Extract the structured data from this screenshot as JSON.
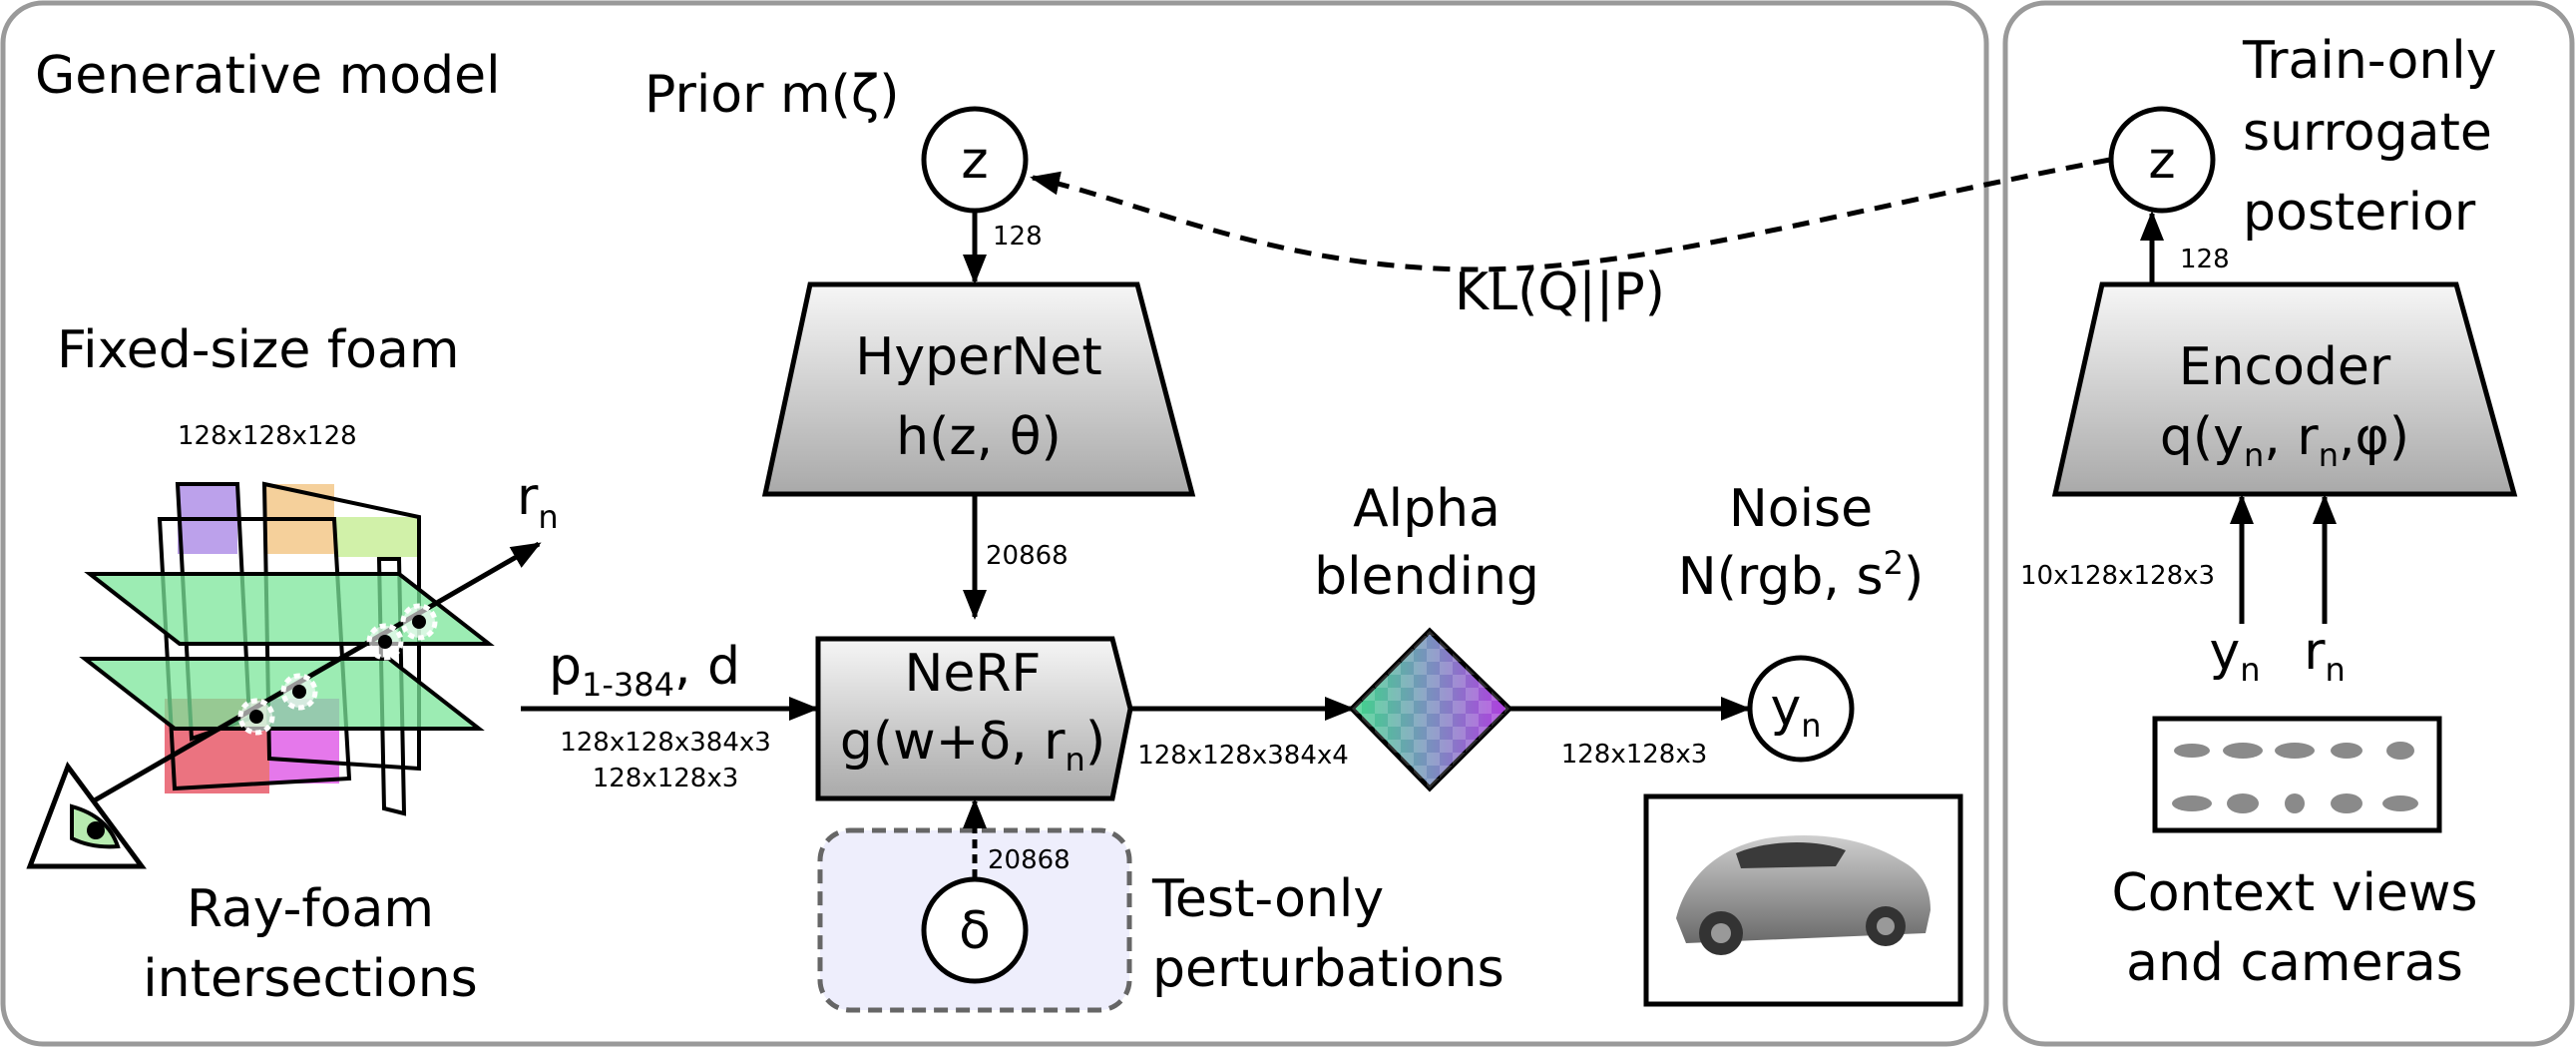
{
  "panels": {
    "generative_title": "Generative model",
    "surrogate_title_lines": [
      "Train-only",
      "surrogate",
      "posterior"
    ]
  },
  "prior": {
    "label": "Prior m(ζ)",
    "node": "z",
    "dim": "128"
  },
  "hypernet": {
    "name": "HyperNet",
    "formula": "h(z, θ)",
    "out_dim": "20868"
  },
  "kl_label": "KL(Q||P)",
  "foam": {
    "title": "Fixed-size foam",
    "size": "128x128x128",
    "ray": "r",
    "ray_sub": "n",
    "caption_lines": [
      "Ray-foam",
      "intersections"
    ]
  },
  "points": {
    "label": "p",
    "label_sub": "1-384",
    "label_rest": ", d",
    "dims": [
      "128x128x384x3",
      "128x128x3"
    ]
  },
  "nerf": {
    "name": "NeRF",
    "formula_pre": "g(w+δ, r",
    "formula_sub": "n",
    "formula_post": ")",
    "out_dim": "128x128x384x4"
  },
  "perturbation": {
    "node": "δ",
    "dim": "20868",
    "caption_lines": [
      "Test-only",
      "perturbations"
    ]
  },
  "alpha": {
    "caption_lines": [
      "Alpha",
      "blending"
    ],
    "out_dim": "128x128x3"
  },
  "noise": {
    "title": "Noise",
    "formula_pre": "N(rgb, s",
    "formula_sup": "2",
    "formula_post": ")"
  },
  "output": {
    "node": "y",
    "node_sub": "n"
  },
  "encoder": {
    "name": "Encoder",
    "formula_pre": "q(y",
    "sub1": "n",
    "formula_mid": ", r",
    "sub2": "n",
    "formula_post": ",φ)",
    "out_dim": "128",
    "in_dim": "10x128x128x3",
    "inputs": [
      {
        "label": "y",
        "sub": "n"
      },
      {
        "label": "r",
        "sub": "n"
      }
    ]
  },
  "posterior_node": "z",
  "context": {
    "caption_lines": [
      "Context views",
      "and cameras"
    ]
  }
}
